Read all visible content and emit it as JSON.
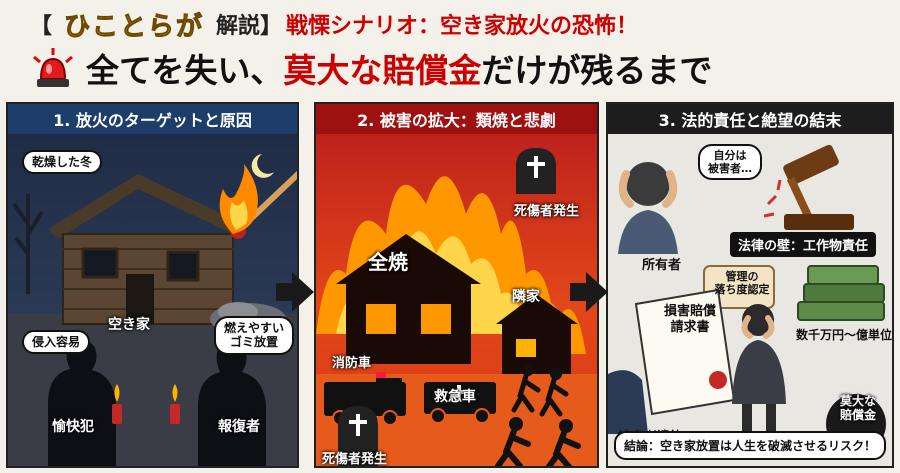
{
  "header": {
    "bracket_open": "【",
    "brand": "ひことらが",
    "kaisetsu": "解説】",
    "headline": "戦慄シナリオ：空き家放火の恐怖！",
    "subline_pre": "全てを失い、",
    "subline_red": "莫大な賠償金",
    "subline_post": "だけが残るまで",
    "siren_icon": "siren-icon"
  },
  "colors": {
    "accent_red": "#cc0000",
    "brand_yellow": "#f2b705",
    "panel1": "#1d3d6b",
    "panel2": "#9e1111",
    "panel3": "#1d1d1d"
  },
  "panel1": {
    "title": "1. 放火のターゲットと原因",
    "dry_winter": "乾燥した冬",
    "vacant_house": "空き家",
    "easy_entry": "侵入容易",
    "flammable_trash": "燃えやすい\nゴミ放置",
    "thrill_arsonist": "愉快犯",
    "revenge": "報復者"
  },
  "panel2": {
    "title": "2. 被害の拡大：類焼と悲劇",
    "total_loss": "全焼",
    "casualties_top": "死傷者発生",
    "neighbor": "隣家",
    "fire_truck": "消防車",
    "ambulance": "救急車",
    "casualties_bottom": "死傷者発生"
  },
  "panel3": {
    "title": "3. 法的責任と絶望の結末",
    "thought": "自分は\n被害者…",
    "owner": "所有者",
    "legal_wall": "法律の壁：工作物責任",
    "negligence": "管理の\n落ち度認定",
    "claim_doc": "損害賠償\n請求書",
    "amount": "数千万円〜億単位",
    "victims_family": "被害者遺族",
    "huge_compensation": "莫大な\n賠償金",
    "conclusion": "結論：空き家放置は人生を破滅させるリスク！"
  }
}
